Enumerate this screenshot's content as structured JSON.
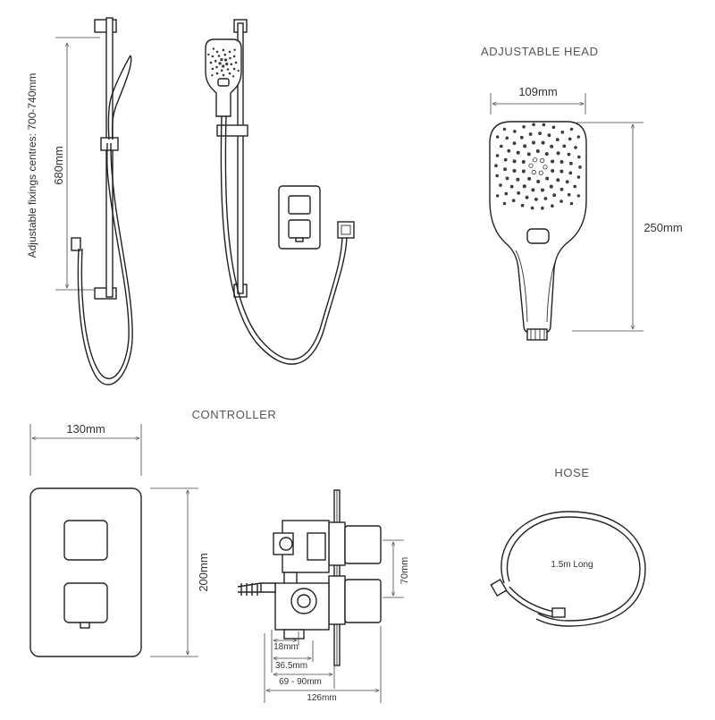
{
  "titles": {
    "head": "ADJUSTABLE HEAD",
    "controller": "CONTROLLER",
    "hose": "HOSE"
  },
  "rail": {
    "fixings_label": "Adjustable fixings centres: 700-740mm",
    "height_label": "680mm"
  },
  "head": {
    "width_label": "109mm",
    "height_label": "250mm"
  },
  "controller": {
    "width_label": "130mm",
    "height_label": "200mm",
    "spacing_label": "70mm",
    "d1_label": "18mm",
    "d2_label": "36.5mm",
    "d3_label": "69 - 90mm",
    "d4_label": "126mm"
  },
  "hose": {
    "length_label": "1.5m Long"
  }
}
